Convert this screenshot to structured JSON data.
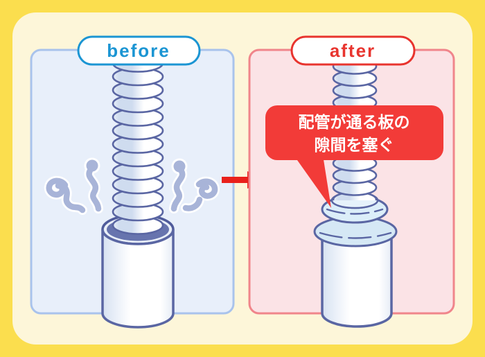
{
  "background": {
    "outer_color": "#FBDE4E",
    "card_color": "#FDF6D9"
  },
  "before_panel": {
    "label": "before",
    "accent_color": "#1B95D3",
    "fill_color": "#E8EFFA",
    "border_color": "#A9C3EC"
  },
  "after_panel": {
    "label": "after",
    "accent_color": "#E8342E",
    "fill_color": "#FBE3E6",
    "border_color": "#F0858B"
  },
  "callout": {
    "lines": [
      "配管が通る板の",
      "隙間を塞ぐ"
    ],
    "bubble_color": "#F23B38",
    "text_color": "#FFFFFF"
  },
  "arrow": {
    "color": "#E9211B",
    "direction": "right"
  },
  "artwork": {
    "outline_color": "#5A66A3",
    "pipe_color": "#FFFFFF",
    "sleeve_hole_color": "#6774AE",
    "putty_color": "#D9EBF7",
    "draft_color": "#A8B4D8"
  }
}
